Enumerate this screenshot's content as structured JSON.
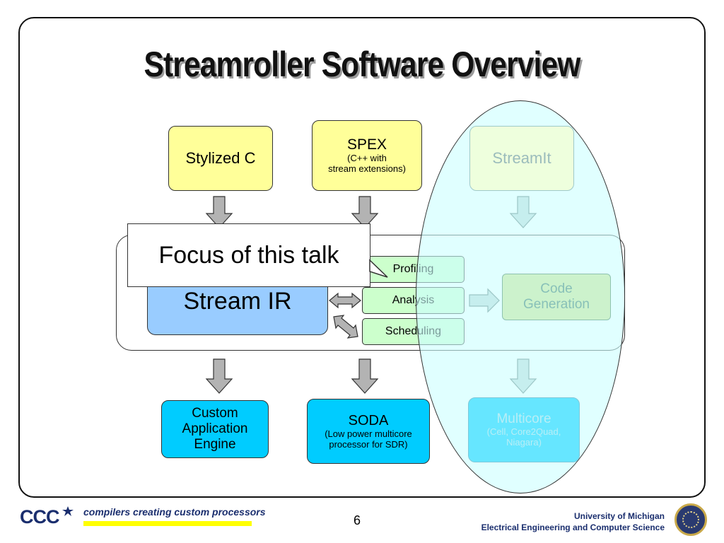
{
  "title": "Streamroller Software Overview",
  "inputs": {
    "stylized_c": "Stylized C",
    "spex_title": "SPEX",
    "spex_sub1": "(C++ with",
    "spex_sub2": "stream extensions)",
    "streamit": "StreamIt"
  },
  "callout": "Focus of this talk",
  "ir": {
    "stream_ir": "Stream IR",
    "profiling": "Profiling",
    "analysis": "Analysis",
    "scheduling": "Scheduling",
    "code_gen_1": "Code",
    "code_gen_2": "Generation"
  },
  "outputs": {
    "custom_1": "Custom",
    "custom_2": "Application",
    "custom_3": "Engine",
    "soda_title": "SODA",
    "soda_sub1": "(Low power multicore",
    "soda_sub2": "processor for SDR)",
    "multicore_title": "Multicore",
    "multicore_sub1": "(Cell, Core2Quad,",
    "multicore_sub2": "Niagara)"
  },
  "footer": {
    "logo_text": "CCC",
    "tagline": "compilers creating custom processors",
    "page_number": "6",
    "univ_line1": "University of Michigan",
    "univ_line2": "Electrical Engineering and Computer Science"
  },
  "colors": {
    "input_box": "#ffff99",
    "output_box": "#00ccff",
    "ir_box": "#99ccff",
    "pass_box": "#ccffcc",
    "highlight_ellipse": "#ccffff",
    "arrow_fill": "#b3b3b3"
  }
}
